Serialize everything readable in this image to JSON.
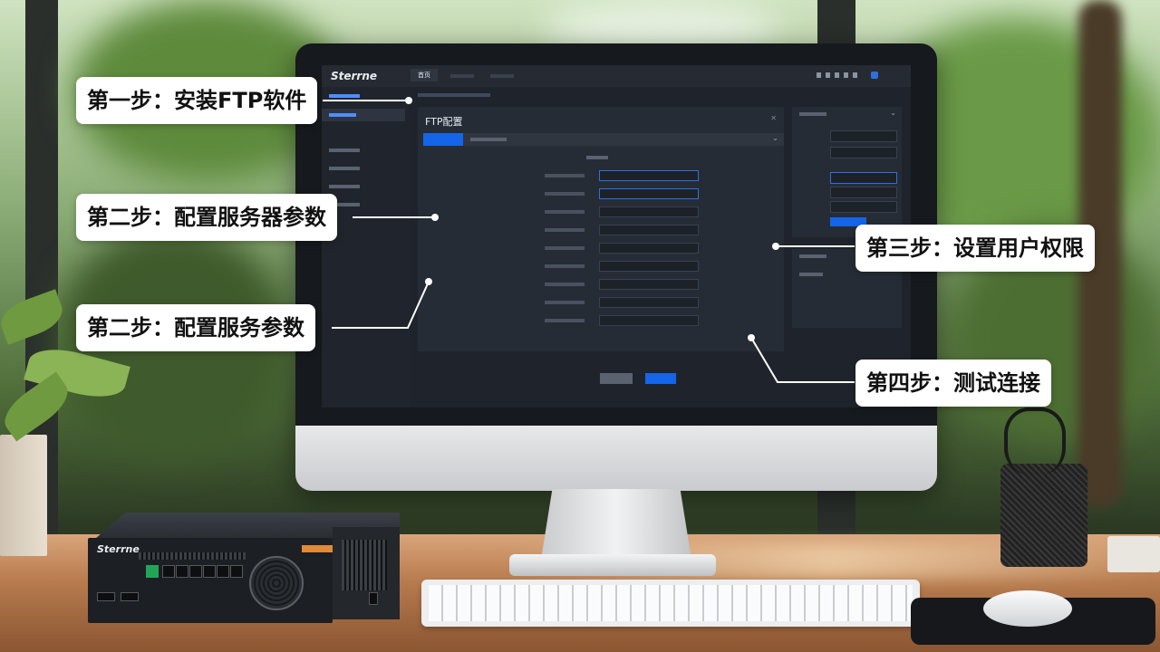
{
  "callouts": {
    "step1": "第一步：安装FTP软件",
    "step2a": "第二步：配置服务器参数",
    "step2b": "第二步：配置服务参数",
    "step3": "第三步：设置用户权限",
    "step4": "第四步：测试连接"
  },
  "screen": {
    "brand": "Sterrne",
    "tabs": [
      "首页",
      "",
      ""
    ],
    "panel_title": "FTP配置"
  },
  "device": {
    "brand": "Sterrne"
  },
  "colors": {
    "accent_blue": "#1565e8",
    "port_green": "#23a559",
    "callout_bg": "#ffffff"
  },
  "icons": [
    "close-icon",
    "chevron-down-icon",
    "fan-icon"
  ]
}
